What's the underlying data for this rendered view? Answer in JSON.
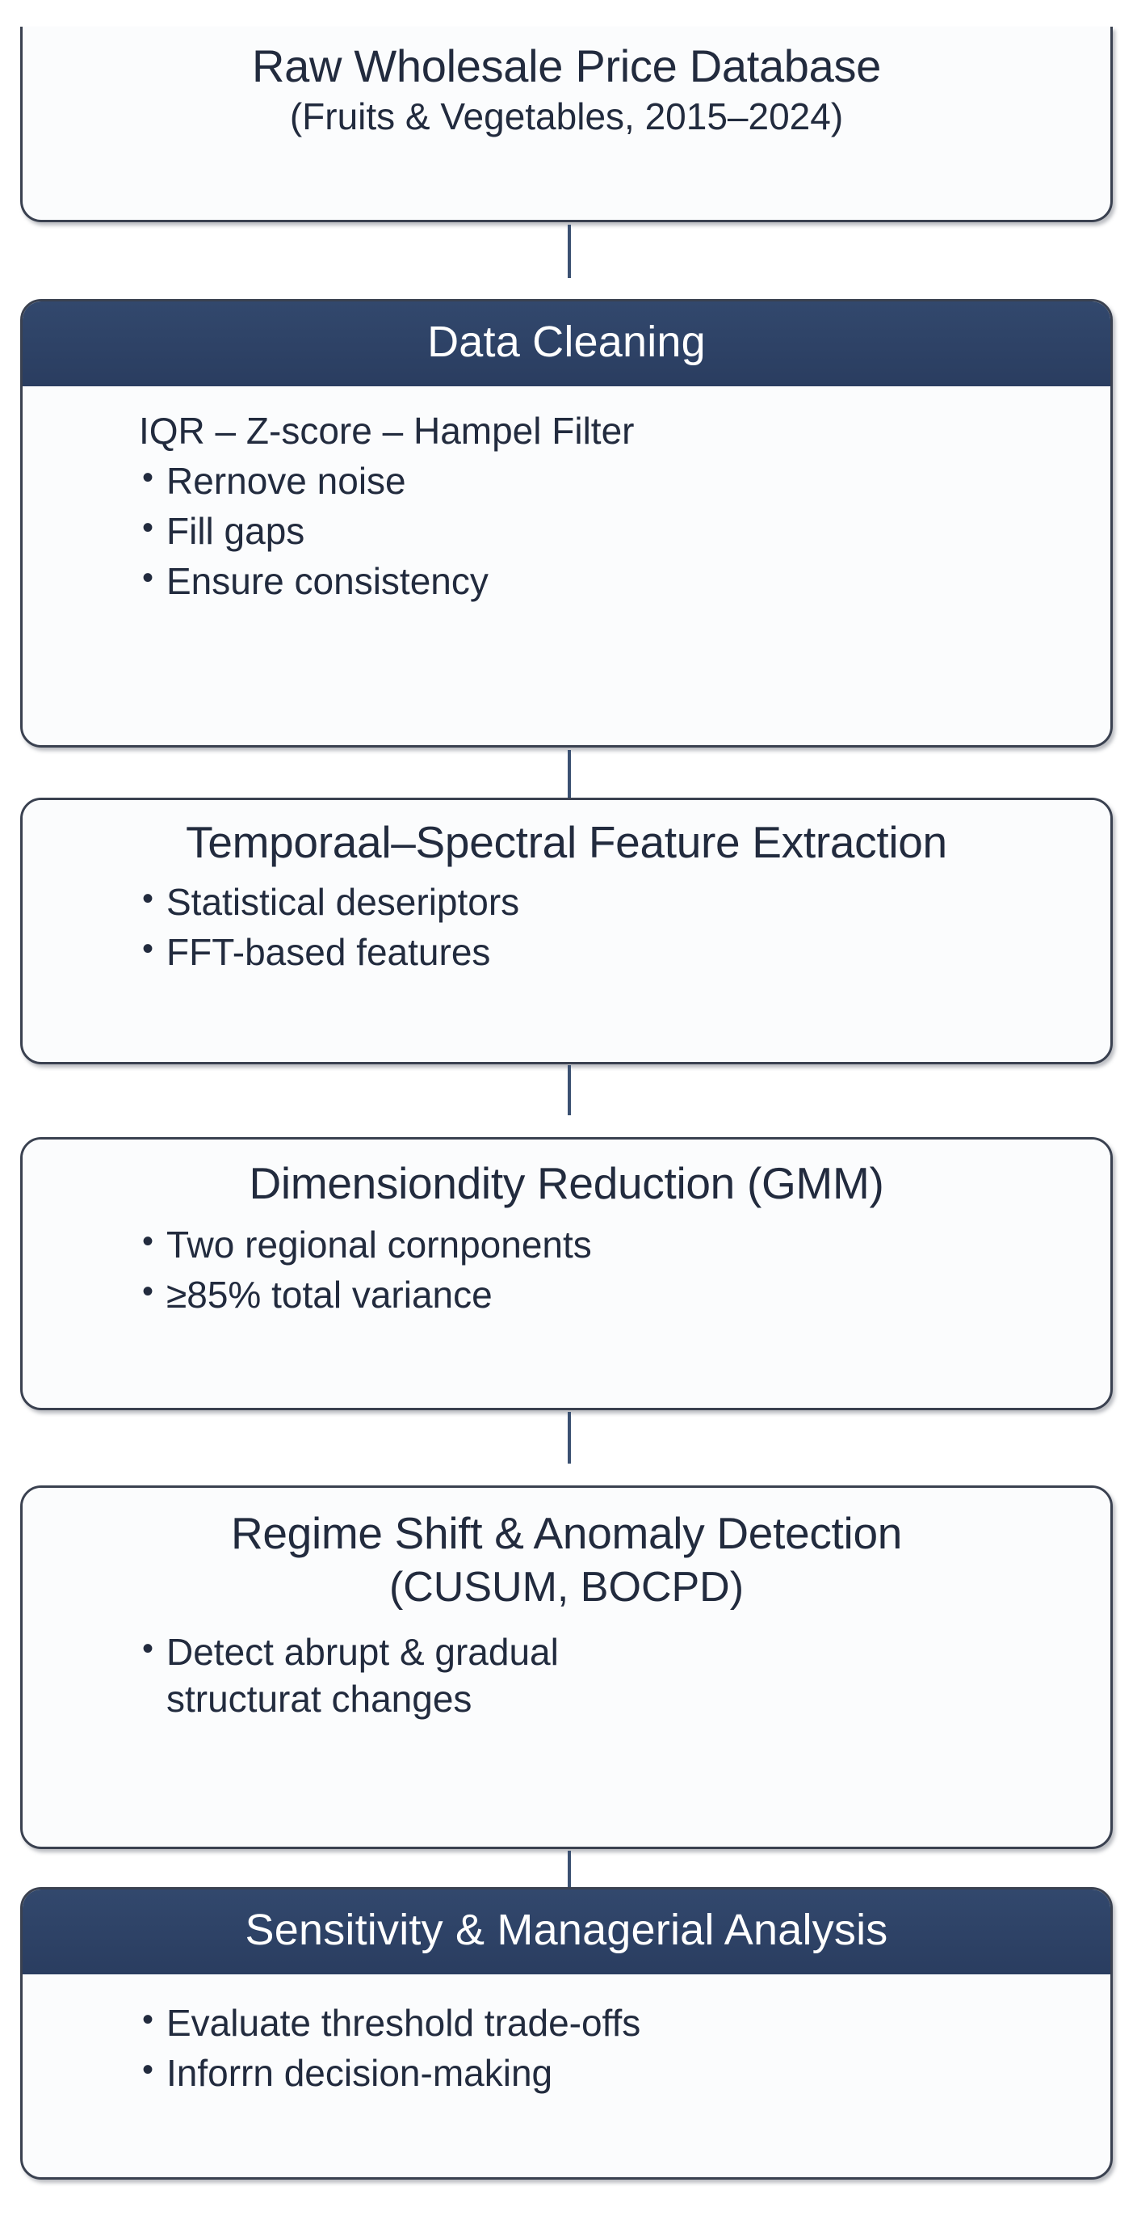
{
  "diagram": {
    "type": "flowchart",
    "orientation": "vertical",
    "colors": {
      "header_navy": "#2e4468",
      "text_navy": "#222b3e",
      "card_background": "#fbfcfd",
      "card_border": "#3a4150",
      "arrow": "#2e4468",
      "page_background": "#ffffff"
    },
    "nodes": [
      {
        "id": "raw-data",
        "style": "plain",
        "title": "Raw Wholesale Price Database",
        "subtitle": "(Fruits & Vegetables, 2015–2024)",
        "lead": "",
        "bullets": []
      },
      {
        "id": "data-cleaning",
        "style": "dark-header",
        "header": "Data Cleaning",
        "title": "",
        "subtitle": "",
        "lead": "IQR – Z-score – Hampel Filter",
        "bullets": [
          "Rernove noise",
          "Fill gaps",
          "Ensure consistency"
        ]
      },
      {
        "id": "feature-extraction",
        "style": "plain",
        "title": "Temporaal–Spectral Feature Extraction",
        "subtitle": "",
        "lead": "",
        "bullets": [
          "Statistical deseriptors",
          "FFT-based features"
        ]
      },
      {
        "id": "dimensionality-reduction",
        "style": "plain",
        "title": "Dimensiondity Reduction (GMM)",
        "subtitle": "",
        "lead": "",
        "bullets": [
          "Two regional cornponents",
          "≥85% total variance"
        ]
      },
      {
        "id": "regime-shift-detection",
        "style": "plain",
        "title": "Regime Shift & Anomaly Detection",
        "subtitle": "(CUSUM, BOCPD)",
        "lead": "",
        "bullets": [
          "Detect abrupt & gradual\nstructurat changes"
        ]
      },
      {
        "id": "sensitivity-analysis",
        "style": "dark-header",
        "header": "Sensitivity & Managerial Analysis",
        "title": "",
        "subtitle": "",
        "lead": "",
        "bullets": [
          "Evaluate threshold trade-offs",
          "Inforrn decision-making"
        ]
      }
    ],
    "edges": [
      {
        "from": "raw-data",
        "to": "data-cleaning",
        "label": ""
      },
      {
        "from": "data-cleaning",
        "to": "feature-extraction",
        "label": ""
      },
      {
        "from": "feature-extraction",
        "to": "dimensionality-reduction",
        "label": ""
      },
      {
        "from": "dimensionality-reduction",
        "to": "regime-shift-detection",
        "label": ""
      },
      {
        "from": "regime-shift-detection",
        "to": "sensitivity-analysis",
        "label": ""
      }
    ]
  }
}
